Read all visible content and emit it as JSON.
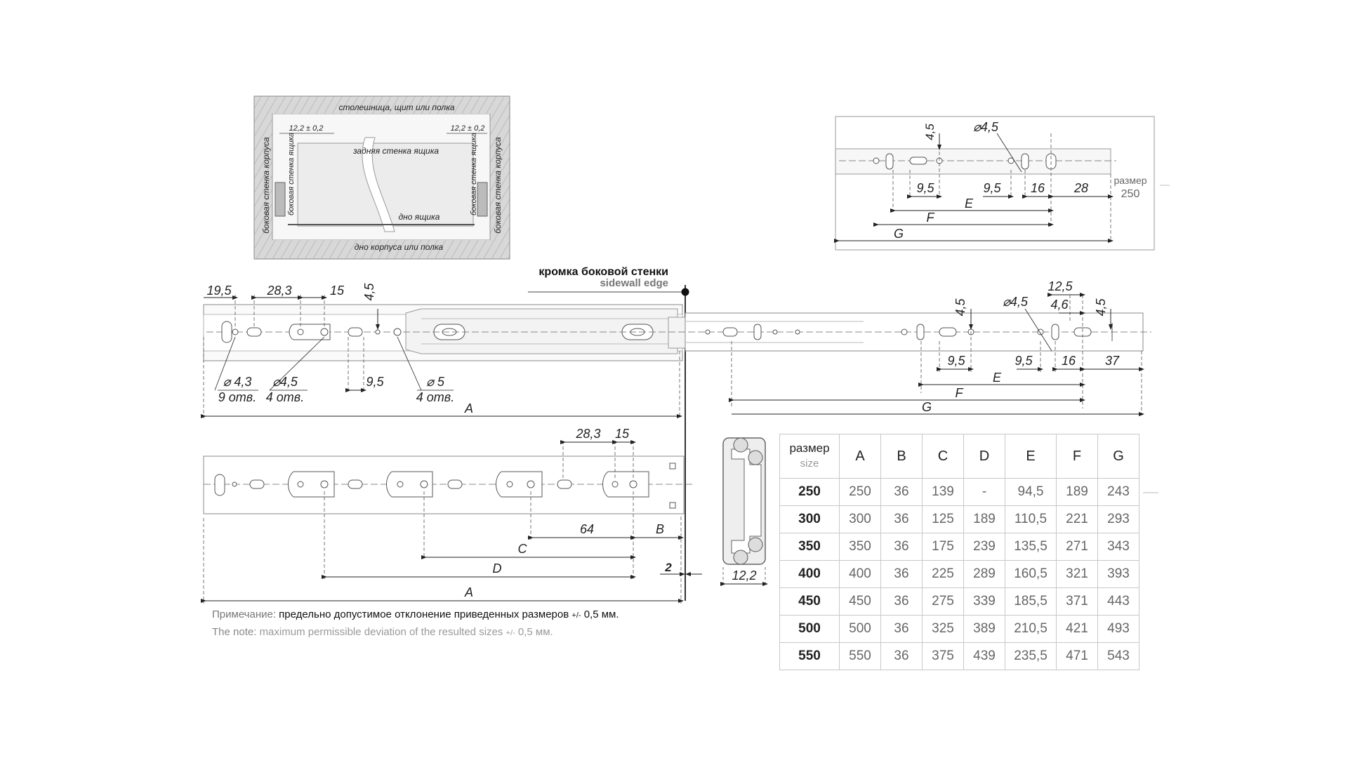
{
  "inset": {
    "top_label": "столешница, щит или полка",
    "bottom_label": "дно корпуса или полка",
    "back_wall": "задняя стенка ящика",
    "drawer_bottom": "дно ящика",
    "side_wall_cabinet_left": "боковая стенка корпуса",
    "side_wall_drawer_left": "боковая стенка ящика",
    "side_wall_drawer_right": "боковая стенка ящика",
    "side_wall_cabinet_right": "боковая стенка корпуса",
    "gap_left": "12,2 ± 0,2",
    "gap_right": "12,2 ± 0,2"
  },
  "detail": {
    "dims": {
      "d45v": "4,5",
      "hole": "⌀4,5",
      "d95a": "9,5",
      "d95b": "9,5",
      "d16": "16",
      "d28": "28",
      "e": "E",
      "f": "F",
      "g": "G"
    },
    "size_label": "размер",
    "size_value": "250"
  },
  "sidewall": {
    "ru": "кромка боковой стенки",
    "en": "sidewall edge"
  },
  "rail_top": {
    "d195": "19,5",
    "d283": "28,3",
    "d15": "15",
    "d45": "4,5",
    "h43": "⌀ 4,3",
    "h43n": "9 отв.",
    "h45": "⌀4,5",
    "h45n": "4 отв.",
    "d95": "9,5",
    "h5": "⌀ 5",
    "h5n": "4 отв.",
    "a": "A"
  },
  "rail_right": {
    "d125": "12,5",
    "d46": "4,6",
    "d45a": "4,5",
    "d45b": "4,5",
    "hole": "⌀4,5",
    "d95a": "9,5",
    "d95b": "9,5",
    "d16": "16",
    "d37": "37",
    "e": "E",
    "f": "F",
    "g": "G"
  },
  "rail_bottom": {
    "d283": "28,3",
    "d15": "15",
    "d64": "64",
    "b": "B",
    "c": "C",
    "d": "D",
    "a": "A",
    "d2": "2"
  },
  "profile": {
    "width": "12,2"
  },
  "note": {
    "ru_label": "Примечание:",
    "ru_text": "предельно допустимое отклонение приведенных размеров",
    "ru_pm": "+/-",
    "ru_val": "0,5 мм.",
    "en_label": "The note:",
    "en_text": "maximum permissible deviation of the resulted sizes",
    "en_pm": "+/-",
    "en_val": "0,5 мм."
  },
  "table": {
    "header_first_ru": "размер",
    "header_first_en": "size",
    "headers": [
      "A",
      "B",
      "C",
      "D",
      "E",
      "F",
      "G"
    ],
    "rows": [
      {
        "size": "250",
        "cells": [
          "250",
          "36",
          "139",
          "-",
          "94,5",
          "189",
          "243"
        ]
      },
      {
        "size": "300",
        "cells": [
          "300",
          "36",
          "125",
          "189",
          "110,5",
          "221",
          "293"
        ]
      },
      {
        "size": "350",
        "cells": [
          "350",
          "36",
          "175",
          "239",
          "135,5",
          "271",
          "343"
        ]
      },
      {
        "size": "400",
        "cells": [
          "400",
          "36",
          "225",
          "289",
          "160,5",
          "321",
          "393"
        ]
      },
      {
        "size": "450",
        "cells": [
          "450",
          "36",
          "275",
          "339",
          "185,5",
          "371",
          "443"
        ]
      },
      {
        "size": "500",
        "cells": [
          "500",
          "36",
          "325",
          "389",
          "210,5",
          "421",
          "493"
        ]
      },
      {
        "size": "550",
        "cells": [
          "550",
          "36",
          "375",
          "439",
          "235,5",
          "471",
          "543"
        ]
      }
    ]
  }
}
